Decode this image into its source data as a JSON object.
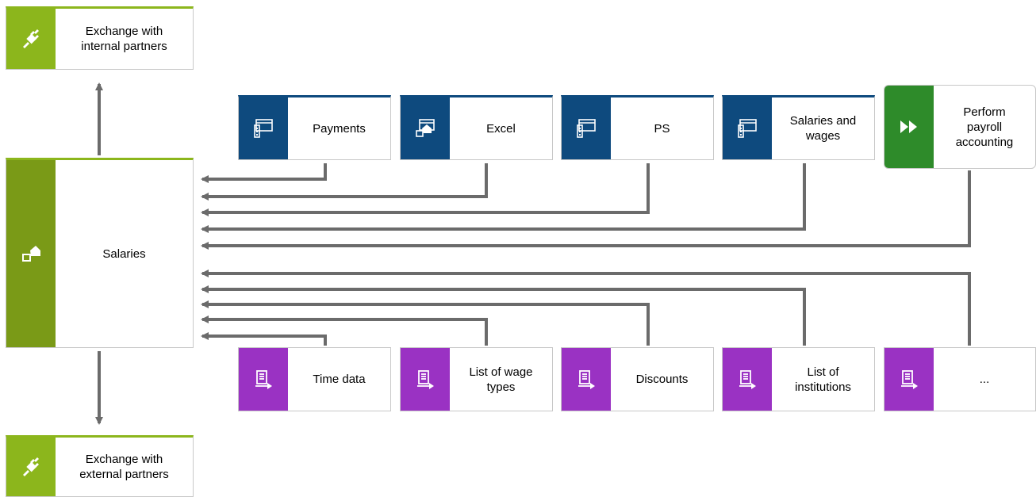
{
  "partners": {
    "internal": {
      "label": "Exchange with\ninternal partners",
      "icon": "plug-icon"
    },
    "external": {
      "label": "Exchange with\nexternal partners",
      "icon": "plug-icon"
    }
  },
  "central": {
    "label": "Salaries",
    "icon": "house-icon"
  },
  "systems": [
    {
      "label": "Payments",
      "icon": "application-icon"
    },
    {
      "label": "Excel",
      "icon": "house-application-icon"
    },
    {
      "label": "PS",
      "icon": "application-icon"
    },
    {
      "label": "Salaries and\nwages",
      "icon": "application-icon"
    }
  ],
  "process": {
    "label": "Perform\npayroll\naccounting",
    "icon": "fast-forward-icon"
  },
  "documents": [
    {
      "label": "Time data",
      "icon": "document-output-icon"
    },
    {
      "label": "List of wage\ntypes",
      "icon": "document-output-icon"
    },
    {
      "label": "Discounts",
      "icon": "document-output-icon"
    },
    {
      "label": "List of\ninstitutions",
      "icon": "document-output-icon"
    },
    {
      "label": "...",
      "icon": "document-output-icon"
    }
  ],
  "colors": {
    "green": "#8cb61c",
    "olive": "#7a9a17",
    "blue": "#0e4a7e",
    "purple": "#9a32c3",
    "process_green": "#2e8b2a",
    "connector": "#6b6b6b"
  }
}
